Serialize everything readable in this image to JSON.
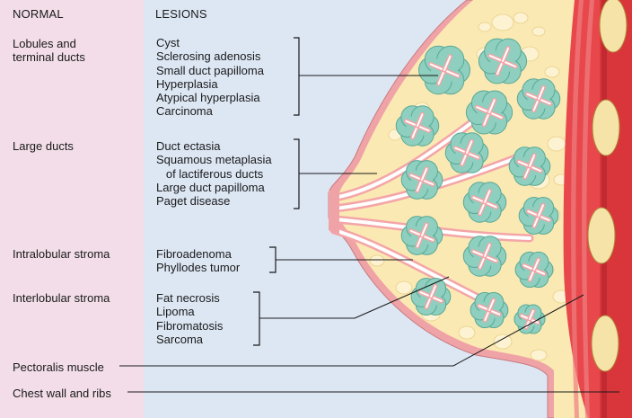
{
  "headers": {
    "normal": "NORMAL",
    "lesions": "LESIONS"
  },
  "normal_structures": [
    {
      "label": "Lobules and\nterminal ducts"
    },
    {
      "label": "Large ducts"
    },
    {
      "label": "Intralobular stroma"
    },
    {
      "label": "Interlobular stroma"
    },
    {
      "label": "Pectoralis muscle"
    },
    {
      "label": "Chest wall and ribs"
    }
  ],
  "lesion_groups": [
    {
      "items": [
        "Cyst",
        "Sclerosing adenosis",
        "Small duct papilloma",
        "Hyperplasia",
        "Atypical hyperplasia",
        "Carcinoma"
      ]
    },
    {
      "items": [
        "Duct ectasia",
        "Squamous metaplasia",
        "   of lactiferous ducts",
        "Large duct papilloma",
        "Paget disease"
      ]
    },
    {
      "items": [
        "Fibroadenoma",
        "Phyllodes tumor"
      ]
    },
    {
      "items": [
        "Fat necrosis",
        "Lipoma",
        "Fibromatosis",
        "Sarcoma"
      ]
    }
  ],
  "colors": {
    "normal_column": "#f2dde8",
    "lesions_column": "#dde7f4",
    "skin": "#f0a3a6",
    "fat": "#fbe9b3",
    "lobule": "#8ecfbf",
    "duct": "#f4a5a8",
    "muscle": "#e8484b",
    "rib": "#f6e3a8"
  }
}
